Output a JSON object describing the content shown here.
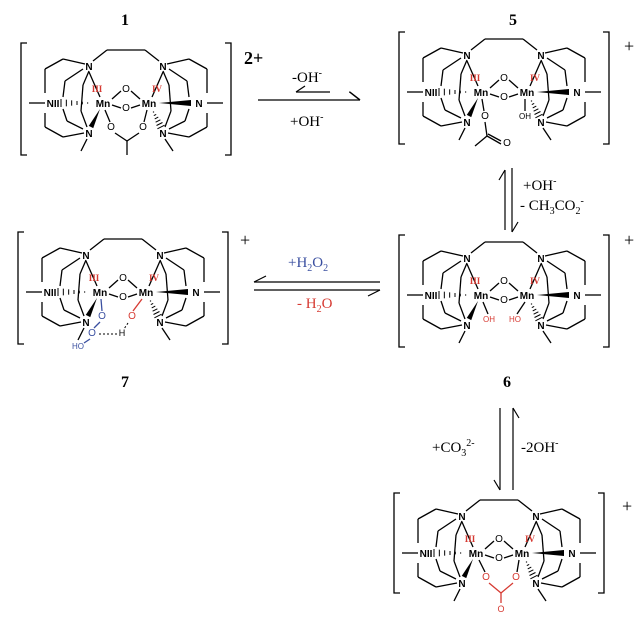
{
  "compounds": [
    {
      "id": "1",
      "number": "1",
      "charge": "2+",
      "bridge": "acetate",
      "ox": [
        "III",
        "IV"
      ]
    },
    {
      "id": "5",
      "number": "5",
      "charge": "+",
      "bridge": "acetate-oh",
      "ox": [
        "III",
        "IV"
      ],
      "oh_label": "OH"
    },
    {
      "id": "6",
      "number": "6",
      "charge": "+",
      "bridge": "hydroxo",
      "ox": [
        "III",
        "IV"
      ],
      "oh_label": "OH",
      "ho_label": "HO"
    },
    {
      "id": "7",
      "number": "7",
      "charge": "+",
      "bridge": "hydroperoxo",
      "ox": [
        "III",
        "IV"
      ],
      "ho_label": "HO",
      "h_label": "H"
    },
    {
      "id": "8",
      "number": "",
      "charge": "+",
      "bridge": "carbonate",
      "ox": [
        "III",
        "IV"
      ]
    }
  ],
  "atoms": {
    "mn": "Mn",
    "n": "N",
    "nii": "NII",
    "o": "O"
  },
  "arrows": {
    "a1_fwd": "-OH⁻",
    "a1_rev": "+OH⁻",
    "a2_top": "+OH⁻",
    "a2_bot": "- CH₃CO₂⁻",
    "a3_top": "+H₂O₂",
    "a3_bot": "- H₂O",
    "a4_left": "+CO₃²⁻",
    "a4_right": "-2OH⁻"
  },
  "labels": {
    "a1_fwd": "-OH",
    "a1_fwd_sup": "-",
    "a1_rev": "+OH",
    "a1_rev_sup": "-",
    "a2_top": "+OH",
    "a2_top_sup": "-",
    "a2_bot": "- CH",
    "a2_bot_sub1": "3",
    "a2_bot_mid": "CO",
    "a2_bot_sub2": "2",
    "a2_bot_sup": "-",
    "a3_top": "+H",
    "a3_top_sub1": "2",
    "a3_top_mid": "O",
    "a3_top_sub2": "2",
    "a3_bot": "- H",
    "a3_bot_sub": "2",
    "a3_bot_end": "O",
    "a4_left": "+CO",
    "a4_left_sub": "3",
    "a4_left_sup": "2-",
    "a4_right": "-2OH",
    "a4_right_sup": "-"
  },
  "colors": {
    "roman": "#d63a32",
    "blue": "#3a4fa0",
    "red": "#d63a32",
    "ink": "#000000"
  }
}
